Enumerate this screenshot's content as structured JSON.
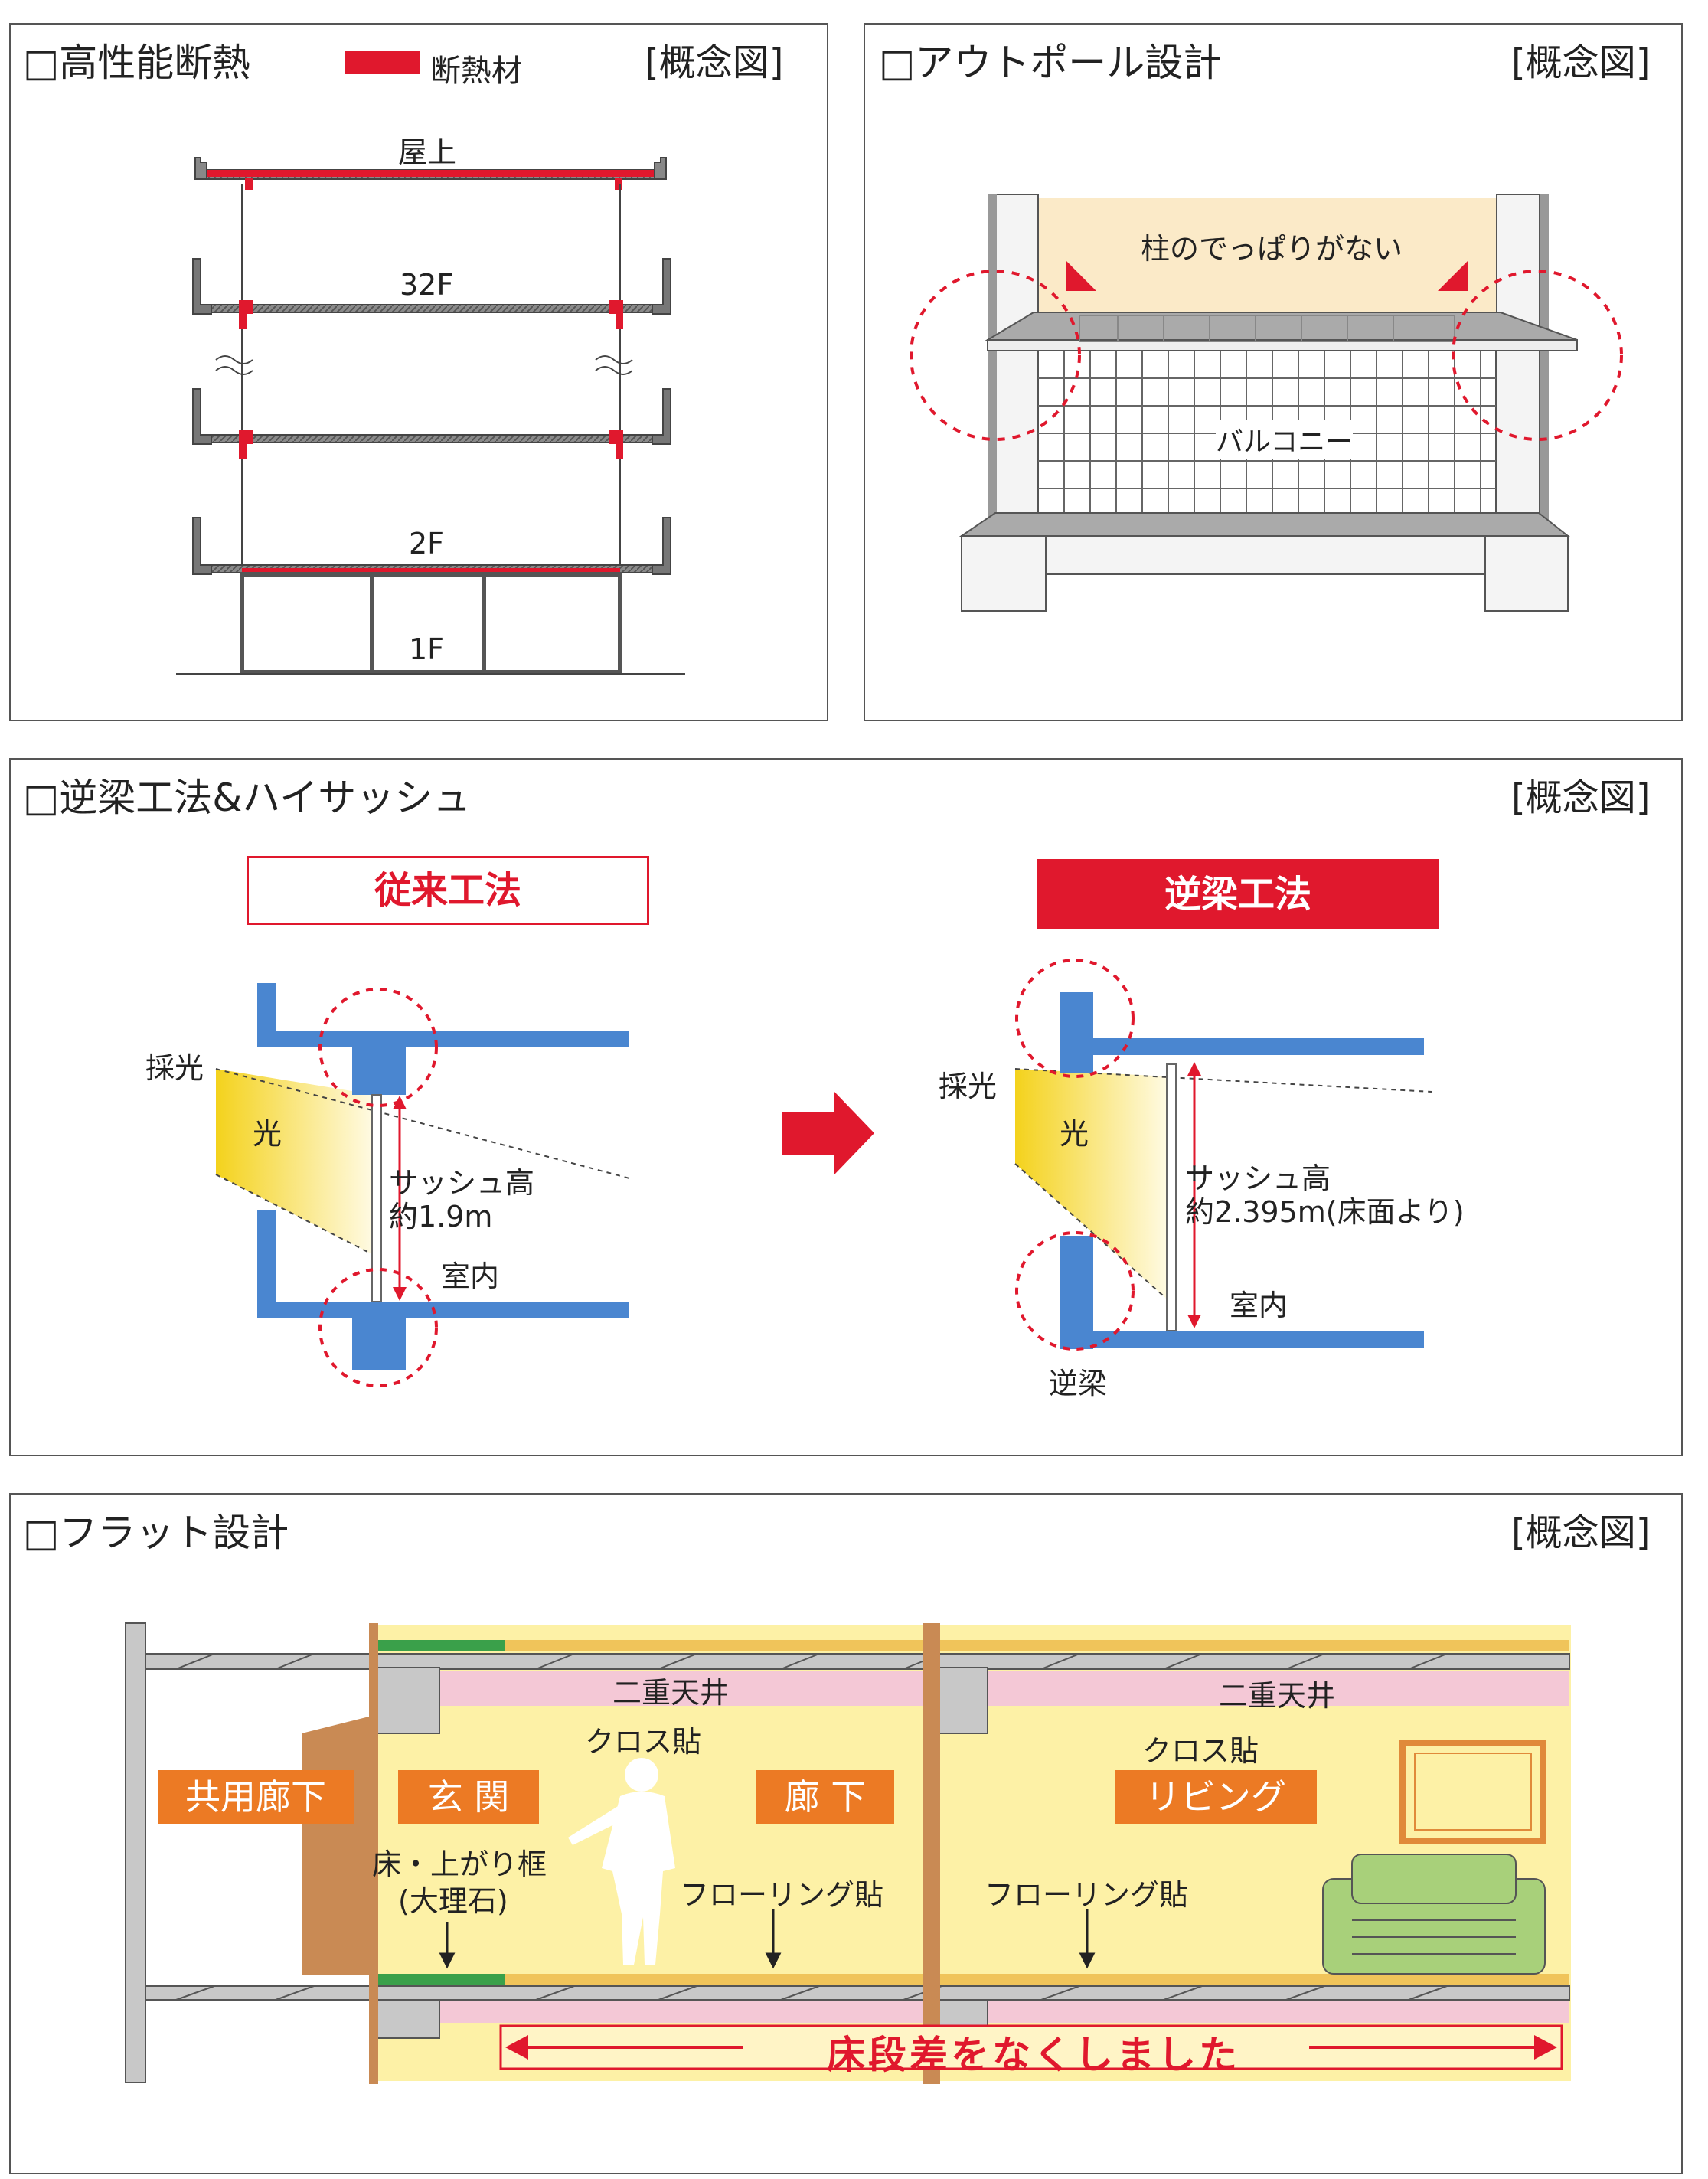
{
  "panels": {
    "insulation": {
      "title": "□高性能断熱",
      "concept": "[概念図]",
      "legend_label": "断熱材",
      "floor_labels": {
        "roof": "屋上",
        "f32": "32F",
        "f2": "2F",
        "f1": "1F"
      }
    },
    "outpole": {
      "title": "□アウトポール設計",
      "concept": "[概念図]",
      "caption": "柱のでっぱりがない",
      "balcony_label": "バルコニー"
    },
    "reverse_beam": {
      "title": "□逆梁工法&ハイサッシュ",
      "concept": "[概念図]",
      "conventional": {
        "heading": "従来工法",
        "lighting": "採光",
        "light": "光",
        "sash_label": "サッシュ高",
        "sash_value": "約1.9m",
        "indoor": "室内"
      },
      "reverse": {
        "heading": "逆梁工法",
        "lighting": "採光",
        "light": "光",
        "sash_label": "サッシュ高",
        "sash_value": "約2.395m(床面より)",
        "indoor": "室内",
        "beam": "逆梁"
      }
    },
    "flat": {
      "title": "□フラット設計",
      "concept": "[概念図]",
      "double_ceiling_1": "二重天井",
      "double_ceiling_2": "二重天井",
      "cloth_1": "クロス貼",
      "cloth_2": "クロス貼",
      "common_corridor": "共用廊下",
      "entrance": "玄 関",
      "hallway": "廊 下",
      "living": "リビング",
      "stone_1": "床・上がり框",
      "stone_2": "(大理石)",
      "flooring_1": "フローリング貼",
      "flooring_2": "フローリング貼",
      "banner": "床段差をなくしました"
    }
  },
  "colors": {
    "insulation_red": "#e0182d",
    "blue": "#4a86d0",
    "orange": "#ec7a24",
    "pale_yellow": "#fdf1a6",
    "pink": "#f4c8d6",
    "red": "#e0182d"
  }
}
